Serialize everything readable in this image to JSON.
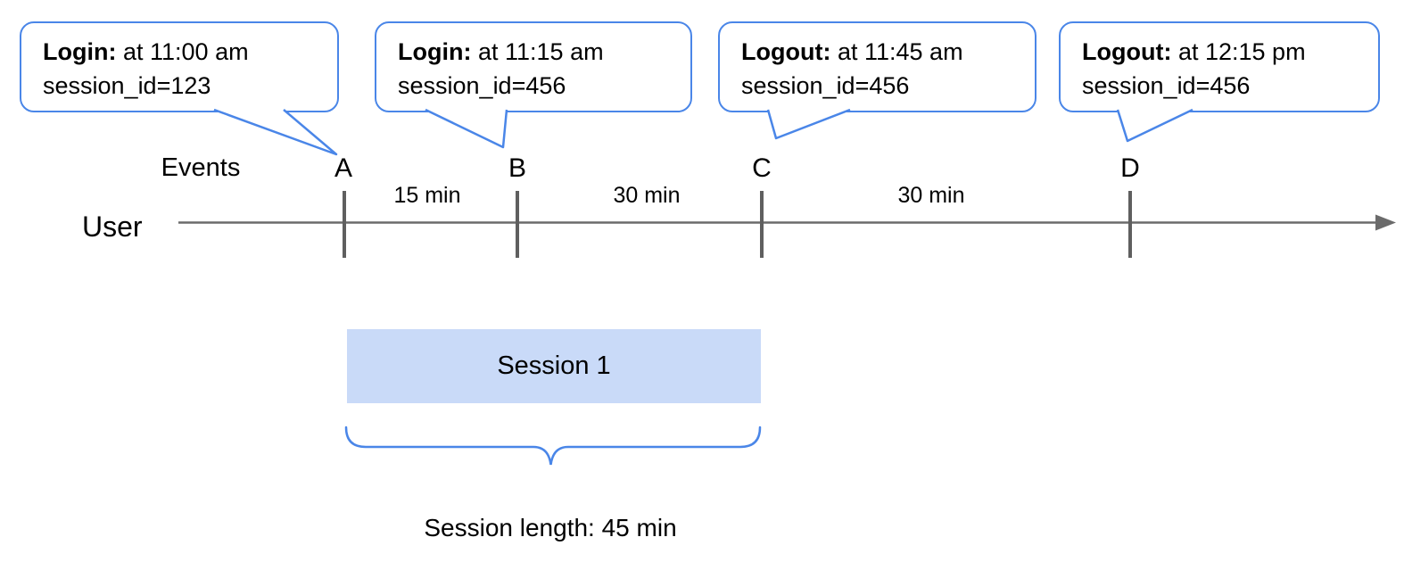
{
  "callouts": [
    {
      "event": "A",
      "action": "Login:",
      "time": "at 11:00 am",
      "session": "session_id=123"
    },
    {
      "event": "B",
      "action": "Login:",
      "time": "at 11:15 am",
      "session": "session_id=456"
    },
    {
      "event": "C",
      "action": "Logout:",
      "time": "at 11:45 am",
      "session": "session_id=456"
    },
    {
      "event": "D",
      "action": "Logout:",
      "time": "at 12:15 pm",
      "session": "session_id=456"
    }
  ],
  "timeline": {
    "row_label": "User",
    "events_label": "Events",
    "event_markers": [
      "A",
      "B",
      "C",
      "D"
    ],
    "interval_labels": [
      "15 min",
      "30 min",
      "30 min"
    ]
  },
  "session": {
    "box_label": "Session 1",
    "length_label": "Session length: 45 min"
  },
  "colors": {
    "callout_blue": "#4a86e8",
    "session_fill": "#c9daf8",
    "axis_gray": "#6b6b6b",
    "tick_gray": "#5f5f5f"
  }
}
